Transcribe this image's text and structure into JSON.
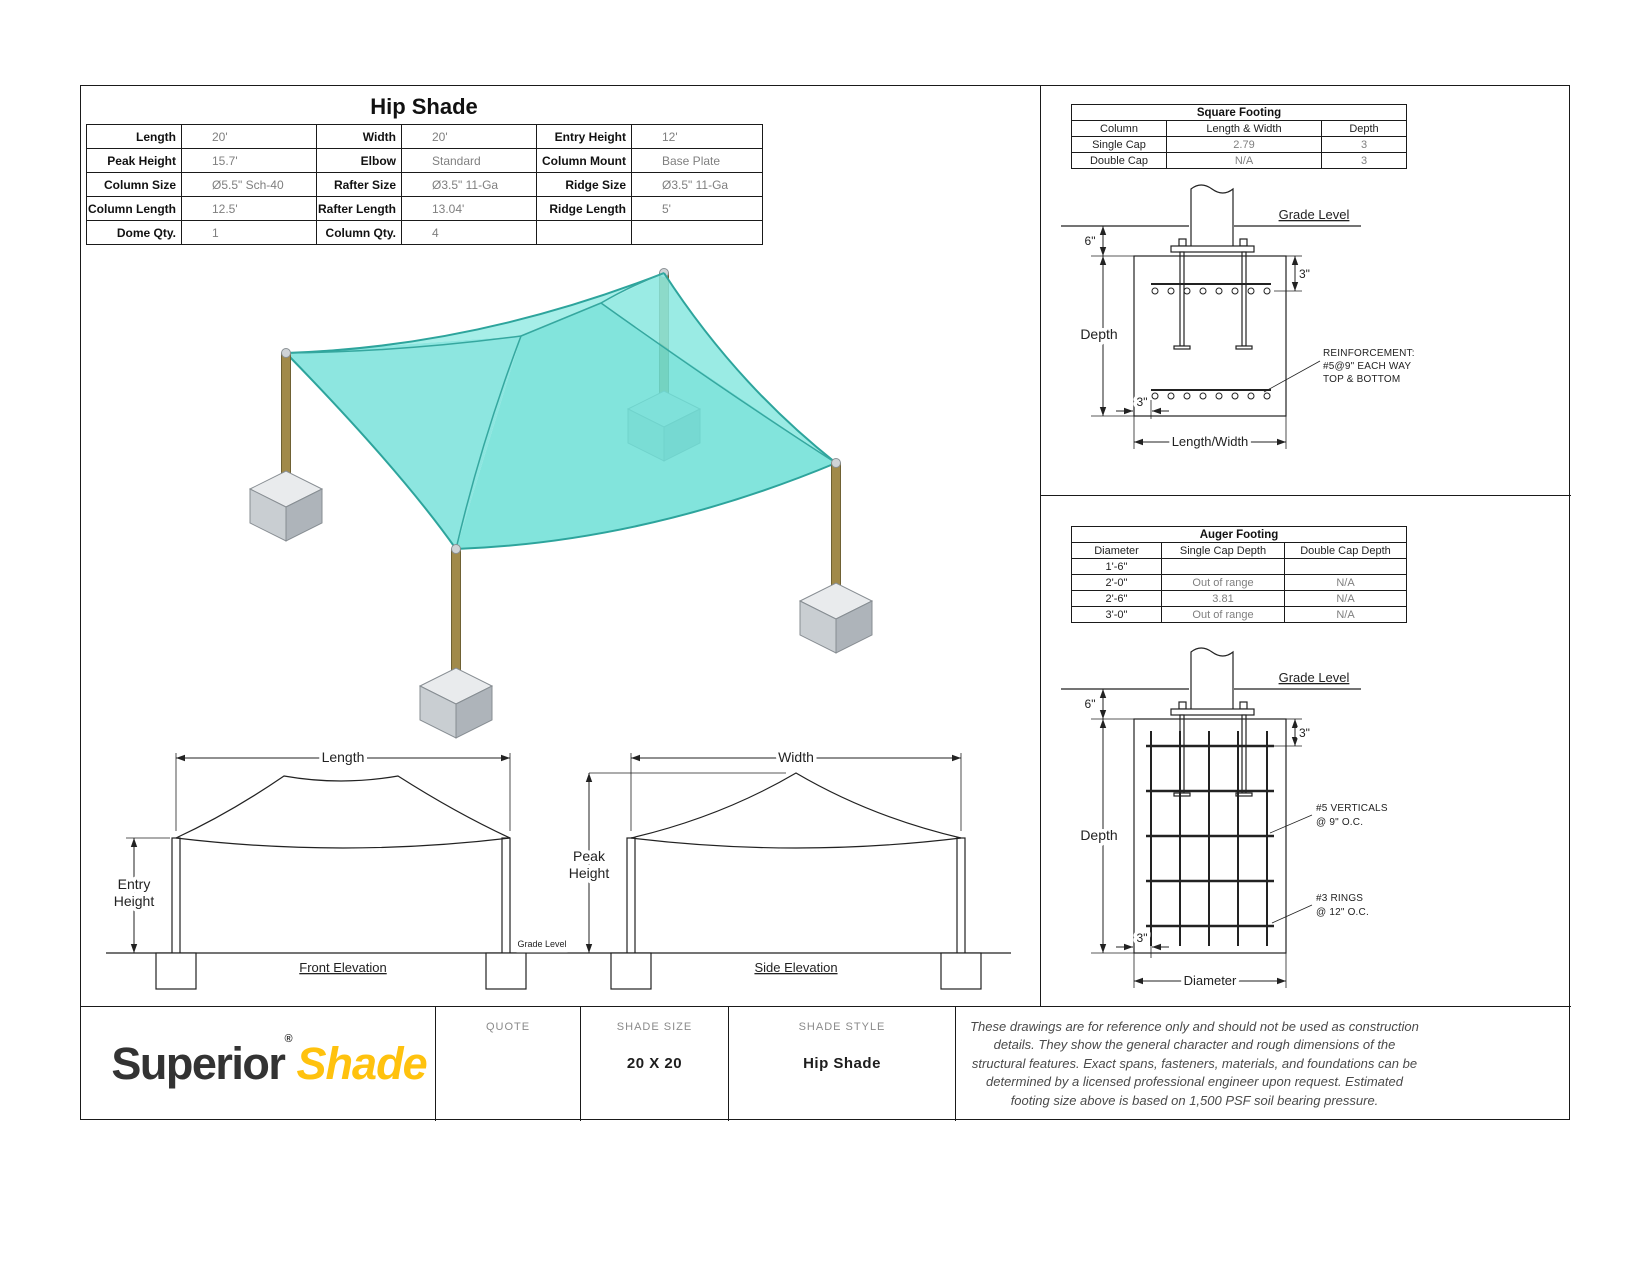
{
  "title": "Hip Shade",
  "spec_rows": [
    [
      "Length",
      "20'",
      "Width",
      "20'",
      "Entry Height",
      "12'"
    ],
    [
      "Peak Height",
      "15.7'",
      "Elbow",
      "Standard",
      "Column Mount",
      "Base Plate"
    ],
    [
      "Column Size",
      "Ø5.5\" Sch-40",
      "Rafter Size",
      "Ø3.5\" 11-Ga",
      "Ridge Size",
      "Ø3.5\" 11-Ga"
    ],
    [
      "Column Length",
      "12.5'",
      "Rafter Length",
      "13.04'",
      "Ridge Length",
      "5'"
    ],
    [
      "Dome Qty.",
      "1",
      "Column Qty.",
      "4",
      "",
      ""
    ]
  ],
  "square_footing": {
    "title": "Square Footing",
    "headers": [
      "Column",
      "Length & Width",
      "Depth"
    ],
    "rows": [
      [
        "Single Cap",
        "2.79",
        "3"
      ],
      [
        "Double Cap",
        "N/A",
        "3"
      ]
    ],
    "labels": {
      "grade": "Grade Level",
      "six": "6\"",
      "three_top": "3\"",
      "three_bottom": "3\"",
      "depth": "Depth",
      "length_width": "Length/Width",
      "note": [
        "REINFORCEMENT:",
        "#5@9\" EACH WAY",
        "TOP & BOTTOM"
      ]
    }
  },
  "auger_footing": {
    "title": "Auger Footing",
    "headers": [
      "Diameter",
      "Single Cap Depth",
      "Double Cap Depth"
    ],
    "rows": [
      [
        "1'-6\"",
        "",
        ""
      ],
      [
        "2'-0\"",
        "Out of range",
        "N/A"
      ],
      [
        "2'-6\"",
        "3.81",
        "N/A"
      ],
      [
        "3'-0\"",
        "Out of range",
        "N/A"
      ]
    ],
    "labels": {
      "grade": "Grade Level",
      "six": "6\"",
      "three_top": "3\"",
      "three_bottom": "3\"",
      "depth": "Depth",
      "diameter": "Diameter",
      "verticals": [
        "#5 VERTICALS",
        "@ 9\" O.C."
      ],
      "rings": [
        "#3 RINGS",
        "@ 12\" O.C."
      ]
    }
  },
  "elevations": {
    "front": {
      "caption": "Front Elevation",
      "dim_length": "Length",
      "dim_entry": [
        "Entry",
        "Height"
      ],
      "grade": "Grade Level"
    },
    "side": {
      "caption": "Side Elevation",
      "dim_width": "Width",
      "dim_peak": [
        "Peak",
        "Height"
      ]
    }
  },
  "footer": {
    "brand": {
      "part1": "Superior",
      "reg": "®",
      "part2": "Shade"
    },
    "quote_label": "QUOTE",
    "size_label": "SHADE SIZE",
    "size_value": "20 X 20",
    "style_label": "SHADE STYLE",
    "style_value": "Hip Shade",
    "disclaimer": "These drawings are for reference only and should not be used as construction details. They show the general character and rough dimensions of the structural features. Exact spans, fasteners, materials, and foundations can be determined by a licensed professional engineer upon request. Estimated footing size above is based on 1,500 PSF soil bearing pressure."
  },
  "colors": {
    "fabric": "#6cdfd6",
    "fabric_edge": "#2da49c",
    "post": "#a18a4a",
    "brand_yellow": "#FFC20E"
  }
}
